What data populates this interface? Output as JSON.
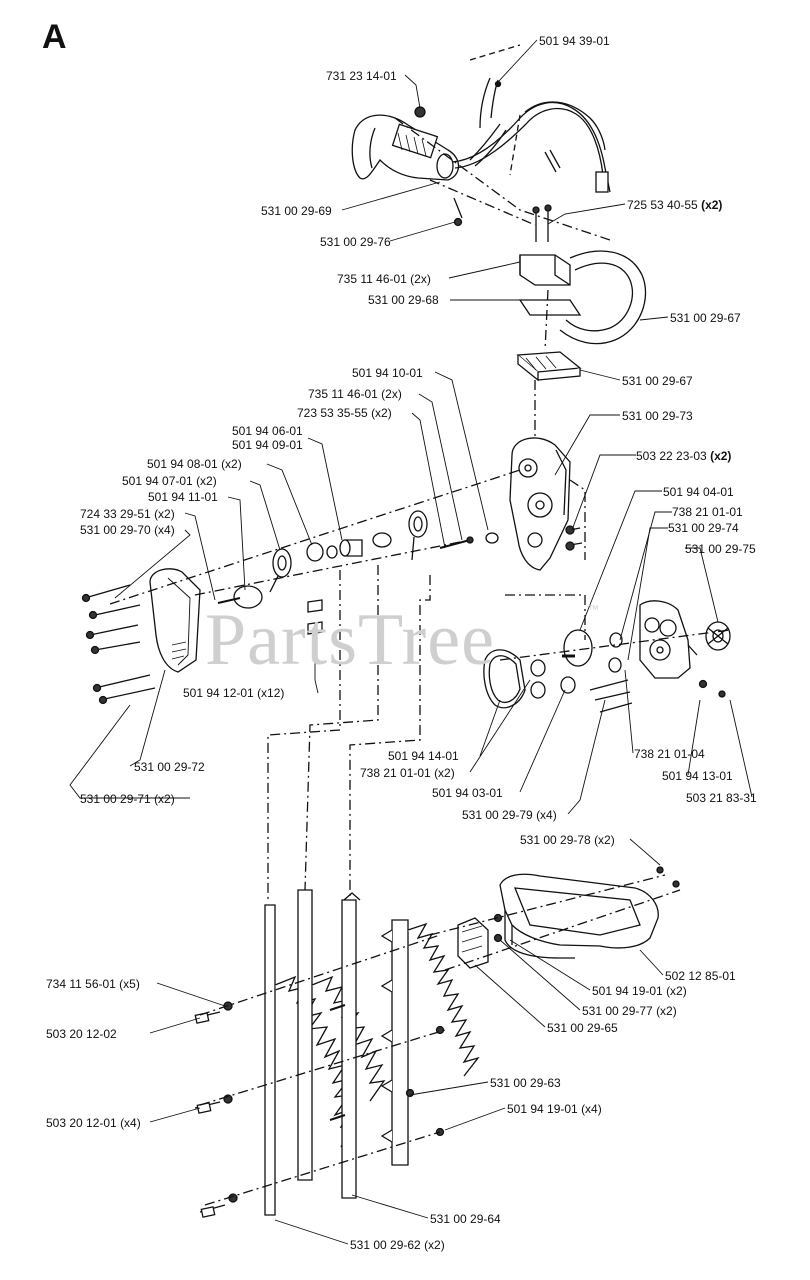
{
  "section_letter": "A",
  "watermark": "PartsTree",
  "watermark_tm": "™",
  "labels": {
    "p501943901": "501 94 39-01",
    "p731231401": "731 23 14-01",
    "p531002969": "531 00 29-69",
    "p531002976": "531 00 29-76",
    "p725534055": "725 53 40-55",
    "p725534055_qty": "(x2)",
    "p735114601a": "735 11 46-01 (2x)",
    "p531002968": "531 00 29-68",
    "p531002967a": "531 00 29-67",
    "p531002967b": "531 00 29-67",
    "p501941001": "501 94 10-01",
    "p735114601b": "735 11 46-01 (2x)",
    "p723533555": "723 53 35-55 (x2)",
    "p531002973": "531 00 29-73",
    "p503222303": "503 22 23-03",
    "p503222303_qty": "(x2)",
    "p501940601": "501 94 06-01",
    "p501940901": "501 94 09-01",
    "p501940801": "501 94 08-01 (x2)",
    "p501940701": "501 94 07-01 (x2)",
    "p501941101": "501 94 11-01",
    "p724332951": "724 33 29-51 (x2)",
    "p531002970": "531 00 29-70 (x4)",
    "p501940401": "501 94 04-01",
    "p738210101a": "738 21 01-01",
    "p531002974": "531 00 29-74",
    "p531002975": "531 00 29-75",
    "p501941201": "501 94 12-01 (x12)",
    "p501941401": "501 94 14-01",
    "p738210101b": "738 21 01-01 (x2)",
    "p738210104": "738 21 01-04",
    "p501940301": "501 94 03-01",
    "p501941301": "501 94 13-01",
    "p531002972": "531 00 29-72",
    "p503218331": "503 21 83-31",
    "p531002971": "531 00 29-71 (x2)",
    "p531002979": "531 00 29-79 (x4)",
    "p531002978": "531 00 29-78 (x2)",
    "p502128501": "502 12 85-01",
    "p734115601": "734 11 56-01 (x5)",
    "p501941901a": "501 94 19-01 (x2)",
    "p503201202": "503 20 12-02",
    "p531002977": "531 00 29-77 (x2)",
    "p531002965": "531 00 29-65",
    "p531002963": "531 00 29-63",
    "p503201201": "503 20 12-01 (x4)",
    "p501941901b": "501 94 19-01 (x4)",
    "p531002964": "531 00 29-64",
    "p531002962": "531 00 29-62 (x2)"
  }
}
